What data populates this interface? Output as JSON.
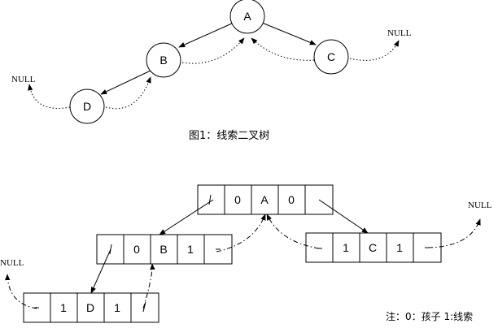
{
  "tree": {
    "nodes": [
      {
        "id": "A",
        "label": "A"
      },
      {
        "id": "B",
        "label": "B"
      },
      {
        "id": "C",
        "label": "C"
      },
      {
        "id": "D",
        "label": "D"
      }
    ],
    "null_label": "NULL",
    "caption": "图1：线索二叉树"
  },
  "storage": {
    "nodes": [
      {
        "id": "A",
        "cells": [
          "",
          "0",
          "A",
          "0",
          ""
        ]
      },
      {
        "id": "B",
        "cells": [
          "",
          "0",
          "B",
          "1",
          ""
        ]
      },
      {
        "id": "C",
        "cells": [
          "",
          "1",
          "C",
          "1",
          ""
        ]
      },
      {
        "id": "D",
        "cells": [
          "",
          "1",
          "D",
          "1",
          ""
        ]
      }
    ],
    "null_label": "NULL",
    "note": "注：0：孩子 1:线索"
  }
}
